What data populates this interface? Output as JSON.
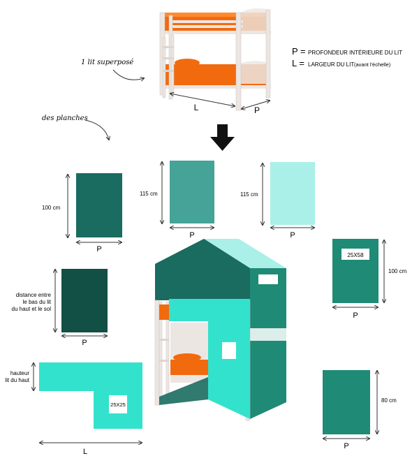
{
  "annotations": {
    "bunk_bed_label": "1 lit superposé",
    "planks_label": "des planches"
  },
  "legend": {
    "p_key": "P =",
    "p_desc": "PROFONDEUR INTÉRIEURE DU LIT",
    "l_key": "L =",
    "l_desc": "LARGEUR DU LIT",
    "l_note": "(avant l'échelle)"
  },
  "bed_dims": {
    "width_label": "L",
    "depth_label": "P"
  },
  "panels": {
    "p1": {
      "height_label": "100 cm",
      "width_label": "P"
    },
    "p2": {
      "height_label": "115 cm",
      "width_label": "P"
    },
    "p3": {
      "height_label": "115 cm",
      "width_label": "P"
    },
    "p4": {
      "height_line1": "distance entre",
      "height_line2": "le bas du lit",
      "height_line3": "du haut et le sol",
      "width_label": "P"
    },
    "p5": {
      "height_label": "100 cm",
      "width_label": "P",
      "cutout_label": "25X58"
    },
    "p6": {
      "height_line1": "hauteur",
      "height_line2": "lit du haut",
      "width_label": "L",
      "cutout_label": "25X25"
    },
    "p7": {
      "height_label": "80 cm",
      "width_label": "P"
    }
  },
  "colors": {
    "dark_teal": "#1a6b60",
    "mid_teal": "#45a398",
    "light_aqua": "#aaf0e8",
    "deep_teal": "#124f45",
    "teal": "#1f8a76",
    "bright_aqua": "#33e2cc",
    "orange": "#f26a0e",
    "bed_white": "#ece6e2"
  }
}
